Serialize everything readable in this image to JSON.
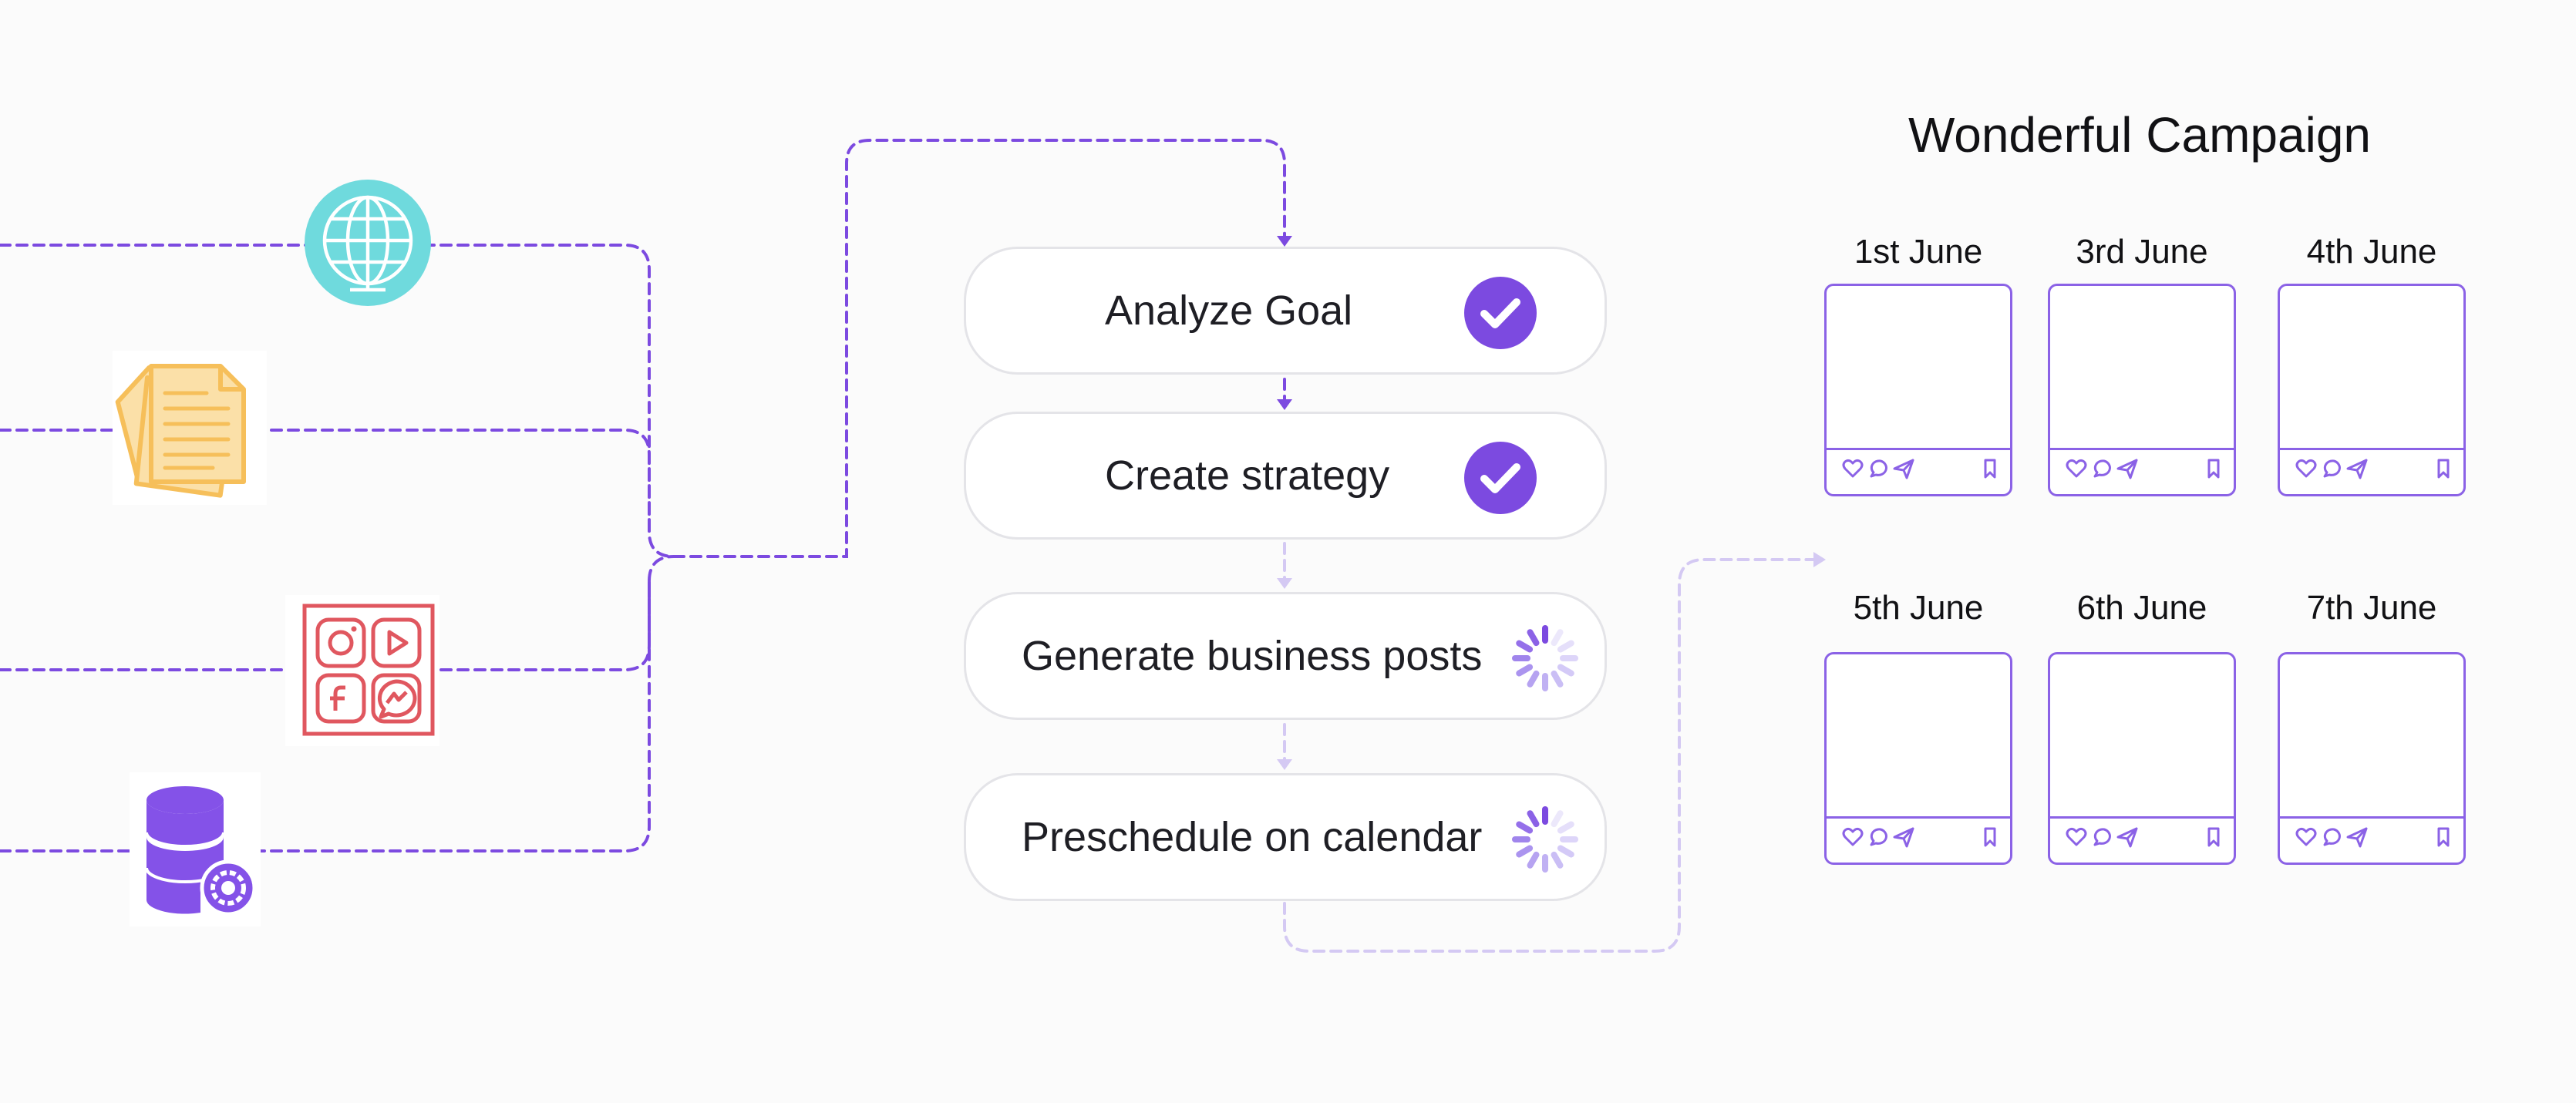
{
  "colors": {
    "accent": "#7c4ae0",
    "accent_light": "#d4c9f3",
    "globe": "#6fdadd",
    "documents": "#f6bf5a",
    "social": "#e0575f",
    "database": "#8452e8",
    "card_border": "#8b62e6",
    "step_border": "#e4e4e8"
  },
  "sources": [
    {
      "icon": "globe-icon"
    },
    {
      "icon": "documents-icon"
    },
    {
      "icon": "social-media-icon"
    },
    {
      "icon": "database-settings-icon"
    }
  ],
  "steps": [
    {
      "label": "Analyze Goal",
      "status": "completed",
      "status_icon": "check-icon"
    },
    {
      "label": "Create strategy",
      "status": "completed",
      "status_icon": "check-icon"
    },
    {
      "label": "Generate business posts",
      "status": "in-progress",
      "status_icon": "spinner-icon"
    },
    {
      "label": "Preschedule on calendar",
      "status": "in-progress",
      "status_icon": "spinner-icon"
    }
  ],
  "campaign": {
    "title": "Wonderful Campaign",
    "posts": [
      {
        "date": "1st June"
      },
      {
        "date": "3rd June"
      },
      {
        "date": "4th June"
      },
      {
        "date": "5th June"
      },
      {
        "date": "6th June"
      },
      {
        "date": "7th June"
      }
    ],
    "post_action_icons": [
      "heart-icon",
      "comment-icon",
      "send-icon",
      "bookmark-icon"
    ]
  }
}
